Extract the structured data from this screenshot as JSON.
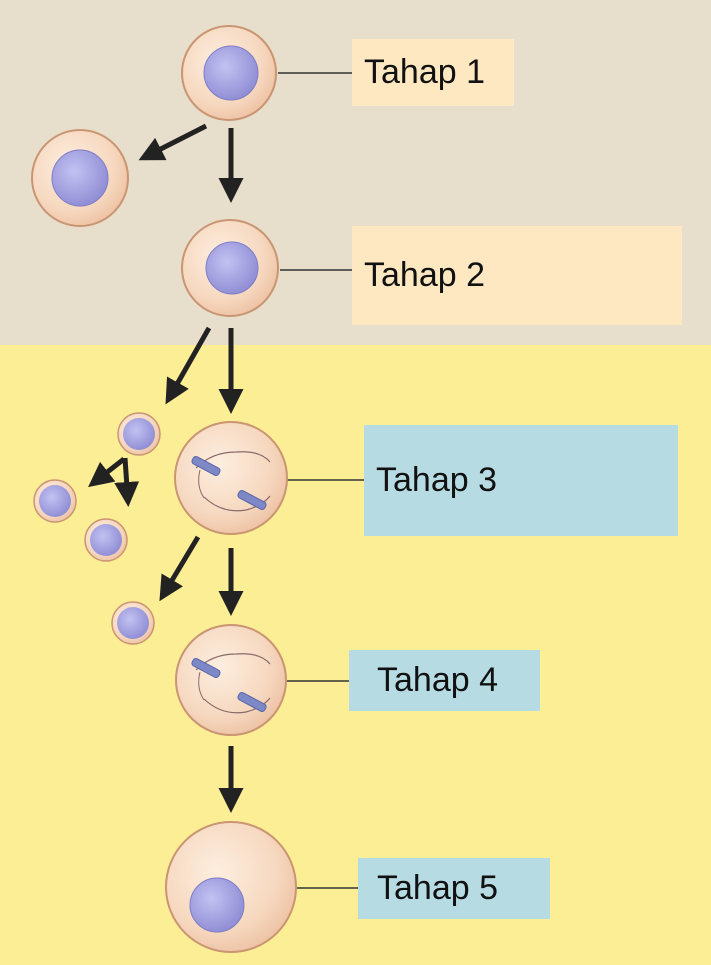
{
  "stages": [
    {
      "label": "Tahap 1"
    },
    {
      "label": "Tahap 2"
    },
    {
      "label": "Tahap 3"
    },
    {
      "label": "Tahap 4"
    },
    {
      "label": "Tahap 5"
    }
  ],
  "colors": {
    "top_background": "#e7decb",
    "bottom_background": "#fcee95",
    "label_box_early": "#fde8c2",
    "label_box_late": "#b6dbe3",
    "cell_fill": "#f7dbc4",
    "cell_outline": "#c99572",
    "nucleus_fill": "#a9a8e6",
    "arrow": "#222222"
  }
}
